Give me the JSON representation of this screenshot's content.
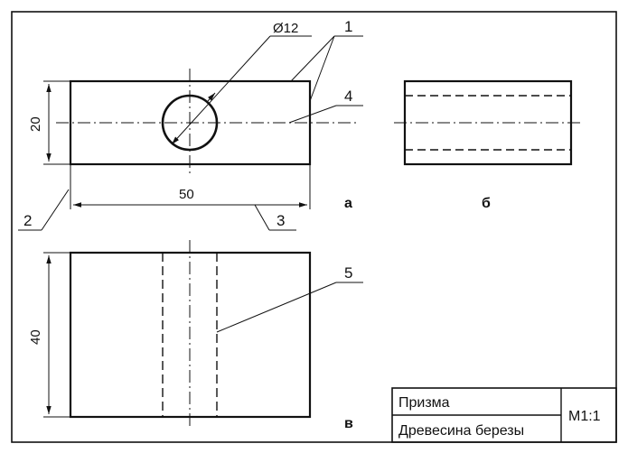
{
  "dimensions": {
    "diameter": "Ø12",
    "height_front": "20",
    "width": "50",
    "height_top": "40"
  },
  "callouts": [
    "1",
    "2",
    "3",
    "4",
    "5"
  ],
  "views": {
    "front": "а",
    "side": "б",
    "top": "в"
  },
  "title_block": {
    "name": "Призма",
    "material": "Древесина березы",
    "scale": "М1:1"
  }
}
